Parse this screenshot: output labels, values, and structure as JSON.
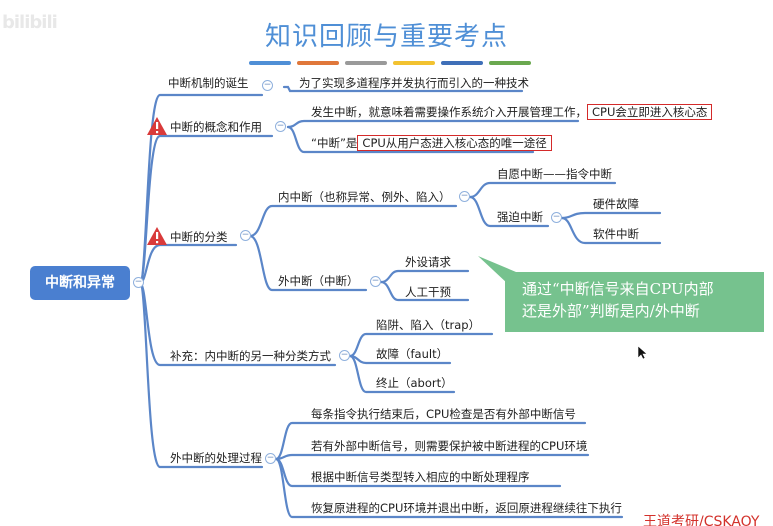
{
  "logo_text": "bilibili",
  "title": "知识回顾与重要考点",
  "title_strip_colors": [
    "#4f8fd6",
    "#e0773a",
    "#9a9a9a",
    "#f2c230",
    "#3f6fb8",
    "#6aa84f"
  ],
  "root": "中断和异常",
  "branches": {
    "origin": {
      "label": "中断机制的诞生",
      "detail": "为了实现多道程序并发执行而引入的一种技术"
    },
    "concept": {
      "label": "中断的概念和作用",
      "line1_prefix": "发生中断，就意味着需要操作系统介入开展管理工作，",
      "line1_highlight": "CPU会立即进入核心态",
      "line2_prefix": "“中断”是",
      "line2_highlight": "CPU从用户态进入核心态的唯一途径"
    },
    "classification": {
      "label": "中断的分类",
      "internal": {
        "label": "内中断（也称异常、例外、陷入）",
        "voluntary": "自愿中断——指令中断",
        "forced": {
          "label": "强迫中断",
          "children": [
            "硬件故障",
            "软件中断"
          ]
        }
      },
      "external": {
        "label": "外中断（中断）",
        "children": [
          "外设请求",
          "人工干预"
        ]
      }
    },
    "supplement": {
      "label": "补充：内中断的另一种分类方式",
      "children": [
        "陷阱、陷入（trap）",
        "故障（fault）",
        "终止（abort）"
      ]
    },
    "handling": {
      "label": "外中断的处理过程",
      "steps": [
        "每条指令执行结束后，CPU检查是否有外部中断信号",
        "若有外部中断信号，则需要保护被中断进程的CPU环境",
        "根据中断信号类型转入相应的中断处理程序",
        "恢复原进程的CPU环境并退出中断，返回原进程继续往下执行"
      ]
    }
  },
  "note": {
    "line1": "通过“中断信号来自CPU内部",
    "line2": "还是外部”判断是内/外中断"
  },
  "watermark": "王道考研/CSKAOY",
  "colors": {
    "line": "#5b86c8",
    "root_bg": "#4a7fd0",
    "note_bg": "#76c28e",
    "highlight_border": "#d42a2a",
    "warning": "#d93a3a"
  }
}
